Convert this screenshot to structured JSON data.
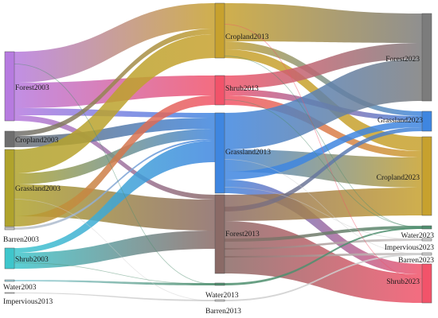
{
  "diagram": {
    "type": "sankey",
    "stages": [
      "2003",
      "2013",
      "2023"
    ]
  },
  "nodes": [
    {
      "id": "forest2003",
      "label": "Forest2003",
      "color": "#b77be0"
    },
    {
      "id": "cropland2003",
      "label": "Cropland2003",
      "color": "#6e6e6e"
    },
    {
      "id": "grassland2003",
      "label": "Grassland2003",
      "color": "#b0a32c"
    },
    {
      "id": "barren2003",
      "label": "Barren2003",
      "color": "#c8c8c8"
    },
    {
      "id": "shrub2003",
      "label": "Shrub2003",
      "color": "#3ec6cc"
    },
    {
      "id": "water2003",
      "label": "Water2003",
      "color": "#9fd4e0"
    },
    {
      "id": "impervious2013",
      "label": "Impervious2013",
      "color": "#cfcfcf"
    },
    {
      "id": "cropland2013",
      "label": "Cropland2013",
      "color": "#c7a12e"
    },
    {
      "id": "shrub2013",
      "label": "Shrub2013",
      "color": "#f2536a"
    },
    {
      "id": "grassland2013",
      "label": "Grassland2013",
      "color": "#3f86e0"
    },
    {
      "id": "forest2013",
      "label": "Forest2013",
      "color": "#8a6a66"
    },
    {
      "id": "water2013",
      "label": "Water2013",
      "color": "#4f8f6f"
    },
    {
      "id": "barren2013",
      "label": "Barren2013",
      "color": "#cfcfcf"
    },
    {
      "id": "forest2023",
      "label": "Forest2023",
      "color": "#7c7c7c"
    },
    {
      "id": "grassland2023",
      "label": "Grassland2023",
      "color": "#3f86e0"
    },
    {
      "id": "cropland2023",
      "label": "Cropland2023",
      "color": "#c7a12e"
    },
    {
      "id": "water2023",
      "label": "Water2023",
      "color": "#4f8f6f"
    },
    {
      "id": "impervious2023",
      "label": "Impervious2023",
      "color": "#cfcfcf"
    },
    {
      "id": "barren2023",
      "label": "Barren2023",
      "color": "#cfcfcf"
    },
    {
      "id": "shrub2023",
      "label": "Shrub2023",
      "color": "#f2536a"
    }
  ]
}
